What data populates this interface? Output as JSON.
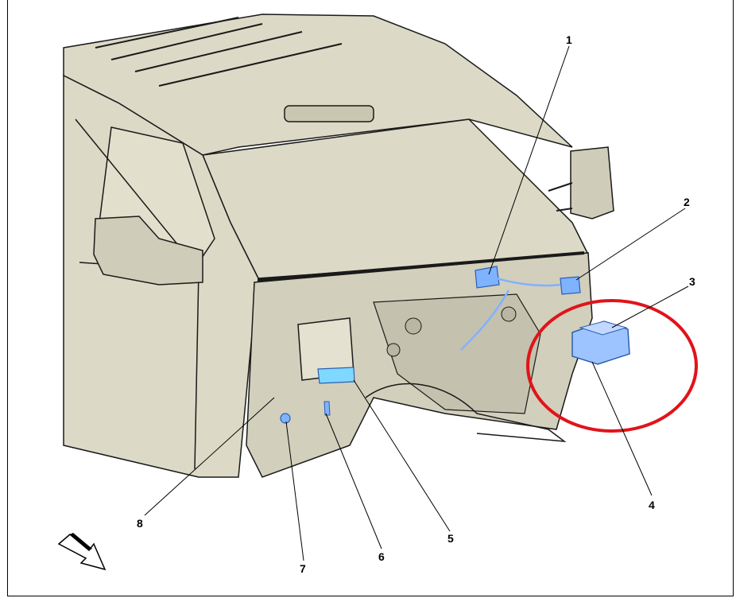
{
  "diagram": {
    "callouts": [
      {
        "id": "1",
        "label": "1"
      },
      {
        "id": "2",
        "label": "2"
      },
      {
        "id": "3",
        "label": "3"
      },
      {
        "id": "4",
        "label": "4"
      },
      {
        "id": "5",
        "label": "5"
      },
      {
        "id": "6",
        "label": "6"
      },
      {
        "id": "7",
        "label": "7"
      },
      {
        "id": "8",
        "label": "8"
      }
    ],
    "colors": {
      "body": "#dcd9c6",
      "body_dark": "#b9b6a3",
      "outline": "#1a1a1a",
      "component": "#7fb2ff",
      "highlight_ring": "#e0141a"
    },
    "icons": [
      "direction-arrow-icon"
    ]
  }
}
